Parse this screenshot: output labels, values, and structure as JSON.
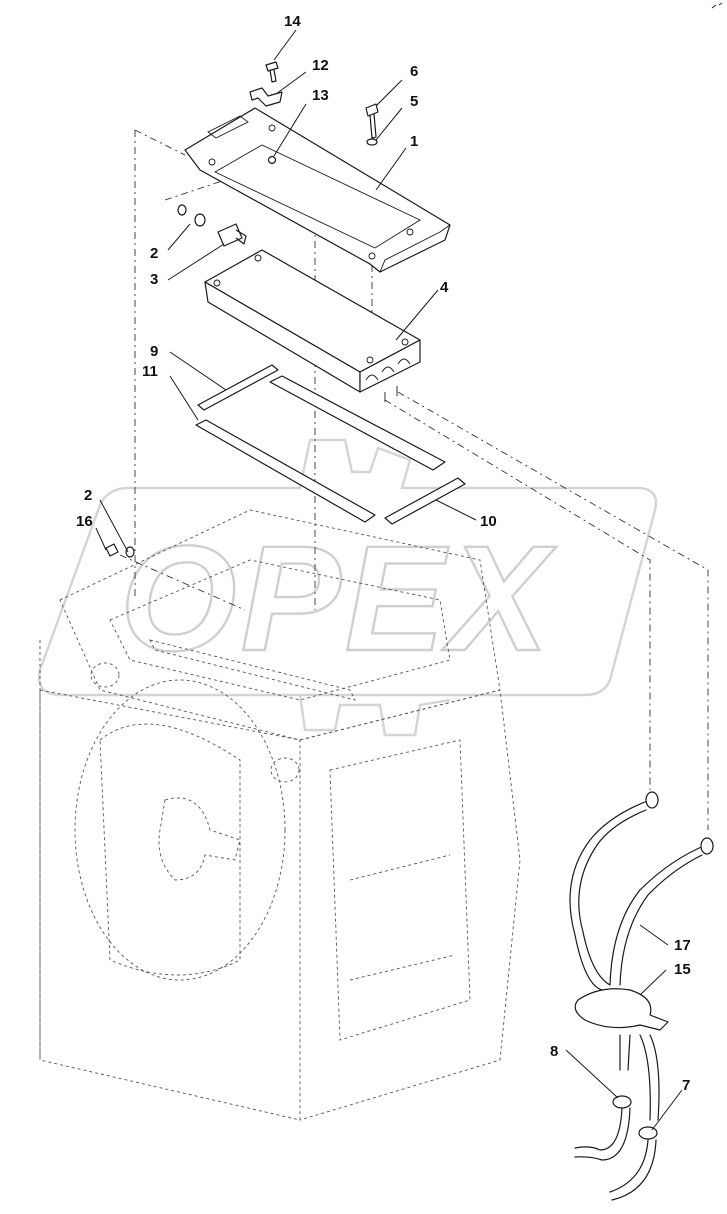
{
  "watermark": {
    "text": "OPEX"
  },
  "callouts": [
    {
      "id": "14",
      "label": "14"
    },
    {
      "id": "12",
      "label": "12"
    },
    {
      "id": "13",
      "label": "13"
    },
    {
      "id": "6",
      "label": "6"
    },
    {
      "id": "5",
      "label": "5"
    },
    {
      "id": "1",
      "label": "1"
    },
    {
      "id": "2a",
      "label": "2"
    },
    {
      "id": "3",
      "label": "3"
    },
    {
      "id": "4",
      "label": "4"
    },
    {
      "id": "9",
      "label": "9"
    },
    {
      "id": "11",
      "label": "11"
    },
    {
      "id": "2b",
      "label": "2"
    },
    {
      "id": "16",
      "label": "16"
    },
    {
      "id": "10",
      "label": "10"
    },
    {
      "id": "17",
      "label": "17"
    },
    {
      "id": "15",
      "label": "15"
    },
    {
      "id": "8",
      "label": "8"
    },
    {
      "id": "7",
      "label": "7"
    }
  ],
  "colors": {
    "ink": "#1a1a1a",
    "watermark": "#cfcfcf",
    "background": "#ffffff"
  }
}
